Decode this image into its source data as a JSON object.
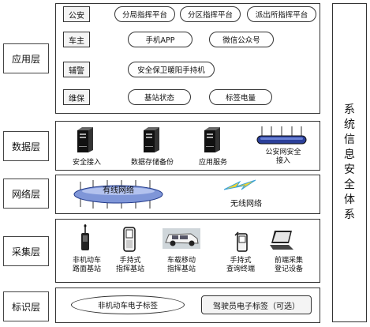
{
  "layers": {
    "application": "应用层",
    "data": "数据层",
    "network": "网络层",
    "collection": "采集层",
    "identification": "标识层"
  },
  "side_title": [
    "系",
    "统",
    "信",
    "息",
    "安",
    "全",
    "体",
    "系"
  ],
  "application": {
    "rows": [
      {
        "tag": "公安",
        "items": [
          "分局指挥平台",
          "分区指挥平台",
          "派出所指挥平台"
        ]
      },
      {
        "tag": "车主",
        "items": [
          "手机APP",
          "微信公众号"
        ]
      },
      {
        "tag": "辅警",
        "items": [
          "安全保卫暖阳手持机"
        ]
      },
      {
        "tag": "维保",
        "items": [
          "基站状态",
          "标签电量"
        ]
      }
    ]
  },
  "data_layer": {
    "items": [
      "安全接入",
      "数据存储备份",
      "应用服务"
    ],
    "gateway": "公安网安全\n接入"
  },
  "network_layer": {
    "wired": "有线网络",
    "wireless": "无线网络"
  },
  "collection_layer": {
    "items": [
      "非机动车\n路面基站",
      "手持式\n指挥基站",
      "车载移动\n指挥基站",
      "手持式\n查询终端",
      "前端采集\n登记设备"
    ]
  },
  "identification_layer": {
    "items": [
      "非机动车电子标签",
      "驾驶员电子标签（可选）"
    ]
  }
}
